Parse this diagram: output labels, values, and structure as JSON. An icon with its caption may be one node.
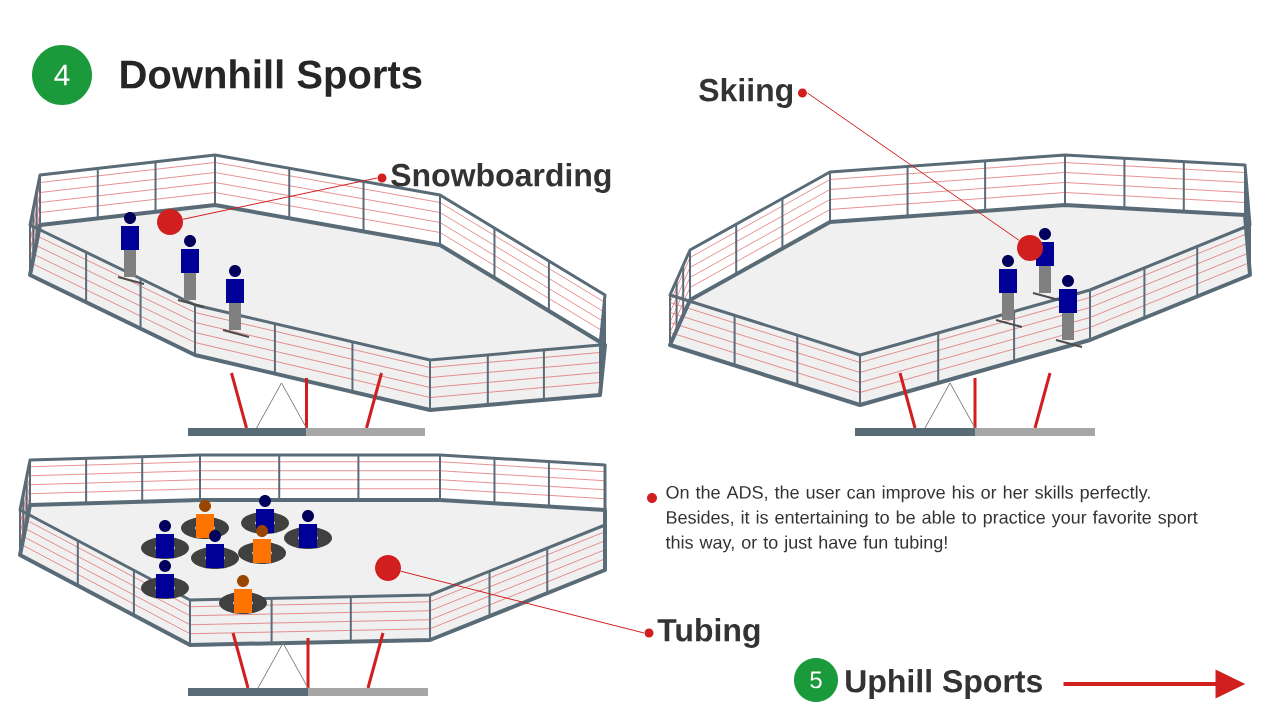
{
  "diagram": {
    "title": "Downhill Sports",
    "nodes": [
      {
        "text": [
          "Snowboarding"
        ]
      },
      {
        "text": [],
        "shape": "circle"
      },
      {
        "text": [
          "Skiing"
        ]
      },
      {
        "text": [],
        "shape": "circle"
      },
      {
        "text": [
          "Tubing"
        ]
      },
      {
        "text": [],
        "shape": "circle"
      },
      {
        "text": [
          "Uphill Sports"
        ]
      }
    ],
    "edges": [
      {
        "from": 0,
        "to": 1,
        "arrow": "none"
      },
      {
        "from": 2,
        "to": 3,
        "arrow": "none"
      },
      {
        "from": 4,
        "to": 5,
        "arrow": "none"
      },
      {
        "from": 6,
        "to": null,
        "arrow": "to",
        "style": "thick"
      }
    ],
    "labels": [
      "4",
      "5",
      "On the ADS, the user can improve his or her skills perfectly. Besides, it is entertaining to be able to practice your favorite sport this way, or to just have fun tubing!"
    ]
  }
}
